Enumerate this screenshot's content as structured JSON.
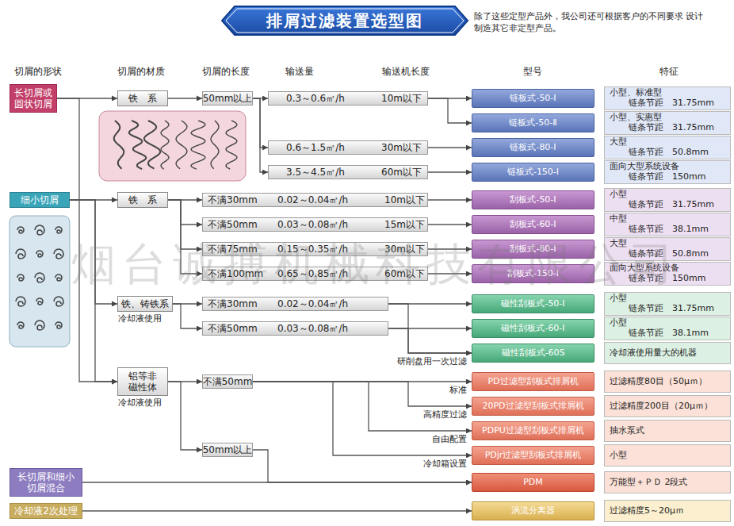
{
  "diagram": {
    "title": "排屑过滤装置选型图",
    "nodes": [
      {
        "text": [
          "长切屑或 圆状切屑"
        ]
      },
      {
        "text": [
          "细小切屑"
        ]
      },
      {
        "text": [
          "长切屑和细小 切屑混合"
        ]
      },
      {
        "text": [
          "冷却液2次处理"
        ]
      },
      {
        "text": [
          "铁　系"
        ]
      },
      {
        "text": [
          "铁　系"
        ]
      },
      {
        "text": [
          "铁、铸铁系",
          "冷却液使用"
        ]
      },
      {
        "text": [
          "铝等非 磁性体",
          "冷却液使用"
        ]
      },
      {
        "text": [
          "50mm以上"
        ]
      },
      {
        "text": [
          "0.3～0.6㎥/h",
          "10m以下"
        ]
      },
      {
        "text": [
          "0.6～1.5㎥/h",
          "30m以下"
        ]
      },
      {
        "text": [
          "3.5～4.5㎥/h",
          "60m以下"
        ]
      },
      {
        "text": [
          "不满30mm",
          "0.02～0.04㎥/h",
          "10m以下"
        ]
      },
      {
        "text": [
          "不满50mm",
          "0.03～0.08㎥/h",
          "15m以下"
        ]
      },
      {
        "text": [
          "不满75mm",
          "0.15～0.35㎥/h",
          "30m以下"
        ]
      },
      {
        "text": [
          "不满100mm",
          "0.65～0.85㎥/h",
          "60m以下"
        ]
      },
      {
        "text": [
          "不满30mm",
          "0.02～0.04㎥/h"
        ]
      },
      {
        "text": [
          "不满50mm",
          "0.03～0.08㎥/h"
        ]
      },
      {
        "text": [
          "不满50mm"
        ]
      },
      {
        "text": [
          "50mm以上"
        ]
      },
      {
        "text": [
          "链板式-50-Ⅰ"
        ]
      },
      {
        "text": [
          "链板式-50-Ⅱ"
        ]
      },
      {
        "text": [
          "链板式-80-Ⅰ"
        ]
      },
      {
        "text": [
          "链板式-150-Ⅰ"
        ]
      },
      {
        "text": [
          "刮板式-50-Ⅰ"
        ]
      },
      {
        "text": [
          "刮板式-60-Ⅰ"
        ]
      },
      {
        "text": [
          "刮板式-80-Ⅰ"
        ]
      },
      {
        "text": [
          "刮板式-150-Ⅰ"
        ]
      },
      {
        "text": [
          "磁性刮板式-50-Ⅰ"
        ]
      },
      {
        "text": [
          "磁性刮板式-60-Ⅰ"
        ]
      },
      {
        "text": [
          "磁性刮板式-60S"
        ]
      },
      {
        "text": [
          "PD过滤型刮板式排屑机"
        ]
      },
      {
        "text": [
          "20PD过滤型刮板式排屑机"
        ]
      },
      {
        "text": [
          "PDPU过滤型刮板式排屑机"
        ]
      },
      {
        "text": [
          "PDjr过滤型刮板式排屑机"
        ]
      },
      {
        "text": [
          "PDM"
        ]
      },
      {
        "text": [
          "涡流分离器"
        ]
      },
      {
        "text": [
          "小型、标准型",
          "链条节距　31.75mm"
        ]
      },
      {
        "text": [
          "小型、实惠型",
          "链条节距　31.75mm"
        ]
      },
      {
        "text": [
          "大型",
          "链条节距　50.8mm"
        ]
      },
      {
        "text": [
          "面向大型系统设备",
          "链条节距　150mm"
        ]
      },
      {
        "text": [
          "小型",
          "链条节距　31.75mm"
        ]
      },
      {
        "text": [
          "中型",
          "链条节距　38.1mm"
        ]
      },
      {
        "text": [
          "大型",
          "链条节距　50.8mm"
        ]
      },
      {
        "text": [
          "面向大型系统设备",
          "链条节距　150mm"
        ]
      },
      {
        "text": [
          "小型",
          "链条节距　31.75mm"
        ]
      },
      {
        "text": [
          "小型",
          "链条节距　38.1mm"
        ]
      },
      {
        "text": [
          "冷却液使用量大的机器"
        ]
      },
      {
        "text": [
          "过滤精度80目（50μｍ）"
        ]
      },
      {
        "text": [
          "过滤精度200目（20μｍ）"
        ]
      },
      {
        "text": [
          "抽水泵式"
        ]
      },
      {
        "text": [
          "小型"
        ]
      },
      {
        "text": [
          "万能型＋ＰＤ 2段式"
        ]
      },
      {
        "text": [
          "过滤精度5～20μｍ"
        ]
      }
    ],
    "edges": [
      {
        "from": 0,
        "to": 4,
        "arrow": "to"
      },
      {
        "from": 4,
        "to": 8,
        "arrow": "to"
      },
      {
        "from": 8,
        "to": 9,
        "arrow": "to"
      },
      {
        "from": 8,
        "to": 10,
        "arrow": "to"
      },
      {
        "from": 8,
        "to": 11,
        "arrow": "to"
      },
      {
        "from": 9,
        "to": 20,
        "arrow": "to"
      },
      {
        "from": 9,
        "to": 21,
        "arrow": "to"
      },
      {
        "from": 10,
        "to": 22,
        "arrow": "to"
      },
      {
        "from": 11,
        "to": 23,
        "arrow": "to"
      },
      {
        "from": 1,
        "to": 5,
        "arrow": "to"
      },
      {
        "from": 5,
        "to": 12,
        "arrow": "to"
      },
      {
        "from": 5,
        "to": 13,
        "arrow": "to"
      },
      {
        "from": 5,
        "to": 14,
        "arrow": "to"
      },
      {
        "from": 5,
        "to": 15,
        "arrow": "to"
      },
      {
        "from": 12,
        "to": 24,
        "arrow": "to"
      },
      {
        "from": 13,
        "to": 25,
        "arrow": "to"
      },
      {
        "from": 14,
        "to": 26,
        "arrow": "to"
      },
      {
        "from": 15,
        "to": 27,
        "arrow": "to"
      },
      {
        "from": 1,
        "to": 6,
        "arrow": "to"
      },
      {
        "from": 6,
        "to": 16,
        "arrow": "to"
      },
      {
        "from": 6,
        "to": 17,
        "arrow": "to"
      },
      {
        "from": 16,
        "to": 28,
        "arrow": "to"
      },
      {
        "from": 17,
        "to": 29,
        "arrow": "to"
      },
      {
        "from": 16,
        "to": 30,
        "arrow": "to",
        "label": "研削盘用一次过滤"
      },
      {
        "from": 17,
        "to": 30,
        "arrow": "to"
      },
      {
        "from": 0,
        "to": 7,
        "arrow": "to"
      },
      {
        "from": 1,
        "to": 7,
        "arrow": "to"
      },
      {
        "from": 7,
        "to": 18,
        "arrow": "to"
      },
      {
        "from": 7,
        "to": 19,
        "arrow": "to"
      },
      {
        "from": 18,
        "to": 31,
        "arrow": "to",
        "label": "标准"
      },
      {
        "from": 18,
        "to": 32,
        "arrow": "to",
        "label": "高精度过滤"
      },
      {
        "from": 18,
        "to": 33,
        "arrow": "to",
        "label": "自由配置"
      },
      {
        "from": 18,
        "to": 34,
        "arrow": "to",
        "label": "冷却箱设置"
      },
      {
        "from": 19,
        "to": 35,
        "arrow": "to"
      },
      {
        "from": 2,
        "to": 35,
        "arrow": "to"
      },
      {
        "from": 3,
        "to": 36,
        "arrow": "to"
      }
    ],
    "labels": [
      "除了这些定型产品外，我公司还可根据客户的不同要求 设计制造其它非定型产品。",
      "切屑的形状",
      "切屑的材质",
      "切屑的长度",
      "输送量",
      "输送机长度",
      "型号",
      "特征",
      "烟台诚搏机械科技有限公司"
    ]
  }
}
